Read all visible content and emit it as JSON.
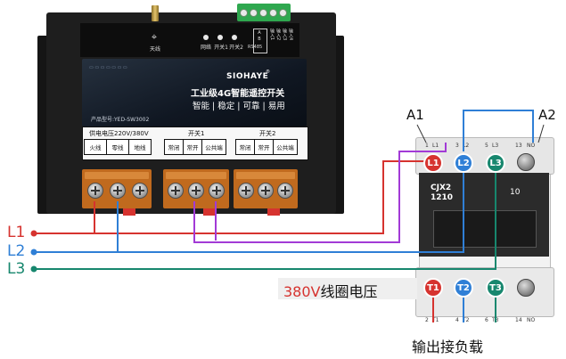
{
  "module": {
    "antenna_label": "天线",
    "leds": [
      "网络",
      "开关1",
      "开关2"
    ],
    "rs485": {
      "a": "A",
      "b": "B",
      "label": "RS485"
    },
    "relays": [
      "输入1",
      "输入2",
      "输入3",
      "输入4"
    ],
    "brand": "SIOHAYE",
    "brand_mark": "®",
    "subtitle": "工业级4G智能遥控开关",
    "slogan": "智能 | 稳定 | 可靠 | 易用",
    "model": "产品型号:YED-SW3002",
    "groups": {
      "power": {
        "title": "供电电压220V/380V",
        "cells": [
          "火线",
          "零线",
          "地线"
        ]
      },
      "switch1": {
        "title": "开关1",
        "cells": [
          "常闭",
          "常开",
          "公共端"
        ]
      },
      "switch2": {
        "title": "开关2",
        "cells": [
          "常闭",
          "常开",
          "公共端"
        ]
      }
    }
  },
  "lines": {
    "l1": {
      "label": "L1",
      "color": "#d6332f"
    },
    "l2": {
      "label": "L2",
      "color": "#2f7fd6"
    },
    "l3": {
      "label": "L3",
      "color": "#17876e"
    },
    "control": {
      "color": "#a23ad6"
    }
  },
  "contactor": {
    "a1": "A1",
    "a2": "A2",
    "model_line1": "CJX2",
    "model_line2": "1210",
    "rating": "10",
    "top_terminals": [
      {
        "num": "1",
        "code": "L1"
      },
      {
        "num": "3",
        "code": "L2"
      },
      {
        "num": "5",
        "code": "L3"
      },
      {
        "num": "13",
        "code": "NO"
      }
    ],
    "bottom_terminals": [
      {
        "num": "2",
        "code": "T1"
      },
      {
        "num": "4",
        "code": "T2"
      },
      {
        "num": "6",
        "code": "T3"
      },
      {
        "num": "14",
        "code": "NO"
      }
    ],
    "inputs": [
      {
        "label": "L1",
        "color": "#d6332f"
      },
      {
        "label": "L2",
        "color": "#2f7fd6"
      },
      {
        "label": "L3",
        "color": "#17876e"
      }
    ],
    "outputs": [
      {
        "label": "T1",
        "color": "#d6332f"
      },
      {
        "label": "T2",
        "color": "#2f7fd6"
      },
      {
        "label": "T3",
        "color": "#17876e"
      }
    ]
  },
  "coil_voltage": {
    "number": "380V",
    "text": "线圈电压"
  },
  "load_text": "输出接负载"
}
